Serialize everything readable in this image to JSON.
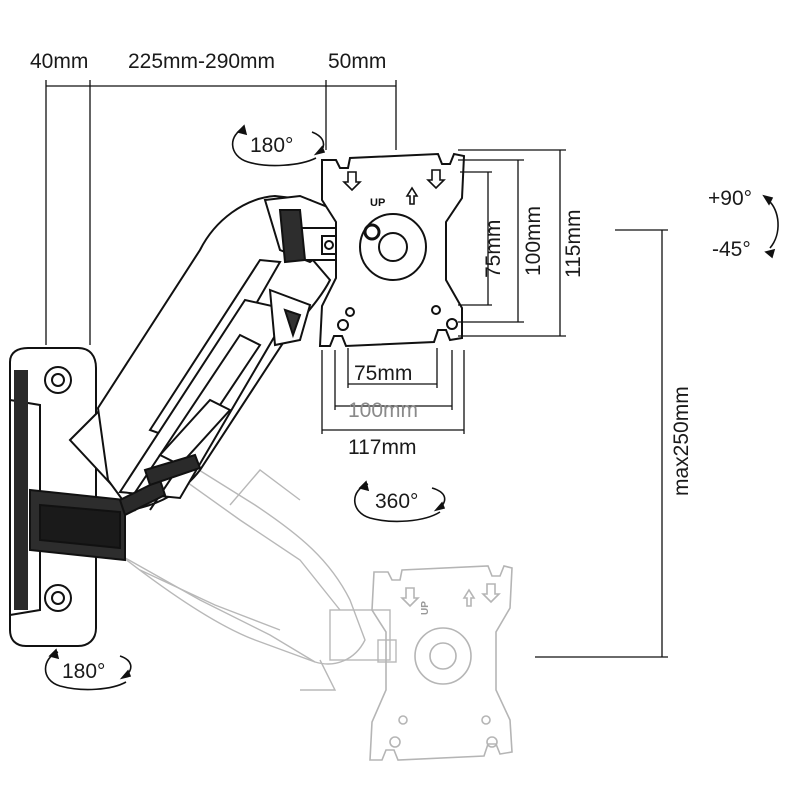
{
  "dimensions": {
    "wall_offset": "40mm",
    "arm_reach": "225mm-290mm",
    "plate_offset": "50mm",
    "vesa_h_75": "75mm",
    "vesa_h_100": "100mm",
    "plate_width": "117mm",
    "vesa_v_75": "75mm",
    "vesa_v_100": "100mm",
    "plate_height": "115mm",
    "height_travel": "max250mm"
  },
  "rotations": {
    "plate_swivel": "180°",
    "tilt_up": "+90°",
    "tilt_down": "-45°",
    "rotation": "360°",
    "base_swivel": "180°"
  },
  "plate_label": "UP",
  "ghost_plate_label": "UP",
  "colors": {
    "line": "#1a1a1a",
    "ghost": "#b5b5b5",
    "light_text": "#8a8a8a"
  }
}
